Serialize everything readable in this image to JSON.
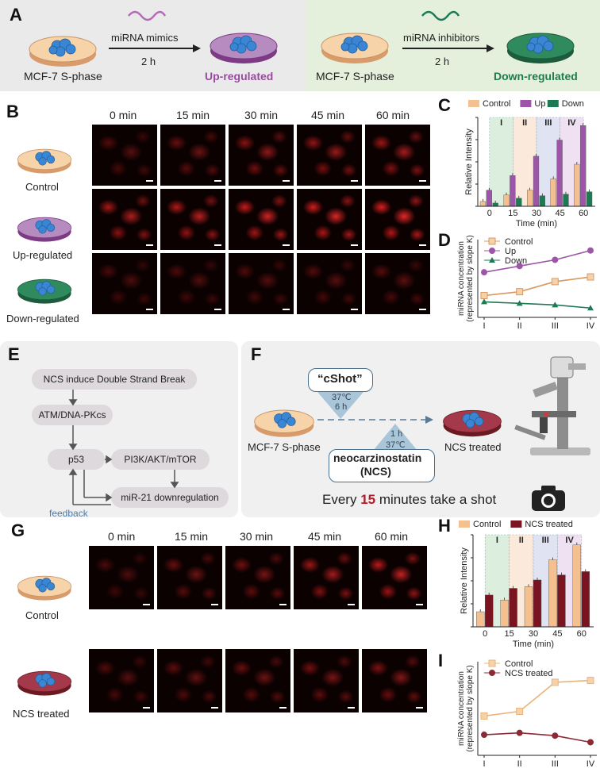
{
  "panels": {
    "A": "A",
    "B": "B",
    "C": "C",
    "D": "D",
    "E": "E",
    "F": "F",
    "G": "G",
    "H": "H",
    "I": "I"
  },
  "panelA": {
    "left_cell": "MCF-7 S-phase",
    "left_reagent": "miRNA mimics",
    "left_time": "2 h",
    "left_result": "Up-regulated",
    "right_cell": "MCF-7 S-phase",
    "right_reagent": "miRNA inhibitors",
    "right_time": "2 h",
    "right_result": "Down-regulated",
    "colors": {
      "up": "#9a4aa0",
      "down": "#1f7a4f",
      "mimic_wave": "#b46ab8",
      "inhib_wave": "#1b7a57"
    }
  },
  "panelB": {
    "times": [
      "0 min",
      "15 min",
      "30 min",
      "45 min",
      "60 min"
    ],
    "rows": [
      {
        "label": "Control",
        "brightness": [
          0.35,
          0.45,
          0.6,
          0.65,
          0.7
        ]
      },
      {
        "label": "Up-regulated",
        "brightness": [
          0.75,
          0.8,
          0.9,
          0.95,
          1.0
        ]
      },
      {
        "label": "Down-regulated",
        "brightness": [
          0.3,
          0.32,
          0.33,
          0.35,
          0.36
        ]
      }
    ]
  },
  "panelE": {
    "nodes": [
      "NCS induce Double Strand Break",
      "ATM/DNA-PKcs",
      "p53",
      "PI3K/AKT/mTOR",
      "miR-21 downregulation"
    ],
    "feedback": "feedback"
  },
  "panelF": {
    "cshot": "“cShot”",
    "cshot_temp": "37℃",
    "cshot_time": "6 h",
    "ncs_time": "1 h",
    "ncs_temp": "37℃",
    "ncs_name": "neocarzinostatin",
    "ncs_abbr": "(NCS)",
    "cell": "MCF-7 S-phase",
    "treated": "NCS treated",
    "every_pre": "Every ",
    "every_num": "15",
    "every_post": " minutes take a shot"
  },
  "panelG": {
    "times": [
      "0 min",
      "15 min",
      "30 min",
      "45 min",
      "60 min"
    ],
    "rows": [
      {
        "label": "Control",
        "brightness": [
          0.3,
          0.45,
          0.5,
          0.7,
          0.85
        ]
      },
      {
        "label": "NCS treated",
        "brightness": [
          0.35,
          0.4,
          0.45,
          0.5,
          0.55
        ]
      }
    ]
  },
  "chart_data": [
    {
      "panel": "C",
      "type": "bar",
      "categories": [
        "0",
        "15",
        "30",
        "45",
        "60"
      ],
      "stage_labels": [
        "I",
        "II",
        "III",
        "IV"
      ],
      "xlabel": "Time (min)",
      "ylabel": "Relative Intensity",
      "ylim": [
        0,
        1.1
      ],
      "grid": false,
      "legend": "top",
      "series": [
        {
          "name": "Control",
          "color": "#f4c08f",
          "values": [
            0.06,
            0.14,
            0.2,
            0.34,
            0.52
          ]
        },
        {
          "name": "Up",
          "color": "#9d55a7",
          "values": [
            0.2,
            0.38,
            0.62,
            0.82,
            1.0
          ]
        },
        {
          "name": "Down",
          "color": "#1e7a55",
          "values": [
            0.04,
            0.1,
            0.13,
            0.15,
            0.18
          ]
        }
      ]
    },
    {
      "panel": "D",
      "type": "line",
      "categories": [
        "I",
        "II",
        "III",
        "IV"
      ],
      "xlabel": "",
      "ylabel": "miRNA concentration (represented by slope K)",
      "ylim": [
        0,
        1
      ],
      "grid": false,
      "legend": "top-left",
      "series": [
        {
          "name": "Control",
          "color": "#d99860",
          "marker": "square",
          "values": [
            0.28,
            0.33,
            0.46,
            0.52
          ]
        },
        {
          "name": "Up",
          "color": "#9d55a7",
          "marker": "circle",
          "values": [
            0.58,
            0.66,
            0.74,
            0.86
          ]
        },
        {
          "name": "Down",
          "color": "#1e7a55",
          "marker": "triangle",
          "values": [
            0.2,
            0.18,
            0.16,
            0.12
          ]
        }
      ]
    },
    {
      "panel": "H",
      "type": "bar",
      "categories": [
        "0",
        "15",
        "30",
        "45",
        "60"
      ],
      "stage_labels": [
        "I",
        "II",
        "III",
        "IV"
      ],
      "xlabel": "Time (min)",
      "ylabel": "Relative Intensity",
      "ylim": [
        0,
        1.1
      ],
      "grid": false,
      "legend": "top",
      "series": [
        {
          "name": "Control",
          "color": "#f4c08f",
          "values": [
            0.18,
            0.32,
            0.48,
            0.8,
            0.98
          ]
        },
        {
          "name": "NCS treated",
          "color": "#7a1420",
          "values": [
            0.38,
            0.46,
            0.56,
            0.62,
            0.66
          ]
        }
      ]
    },
    {
      "panel": "I",
      "type": "line",
      "categories": [
        "I",
        "II",
        "III",
        "IV"
      ],
      "xlabel": "",
      "ylabel": "miRNA concentration (represented by slope K)",
      "ylim": [
        0,
        1
      ],
      "grid": false,
      "legend": "top-left",
      "series": [
        {
          "name": "Control",
          "color": "#e9b47c",
          "marker": "square",
          "values": [
            0.42,
            0.47,
            0.78,
            0.8
          ]
        },
        {
          "name": "NCS treated",
          "color": "#8a2a35",
          "marker": "circle",
          "values": [
            0.22,
            0.24,
            0.21,
            0.14
          ]
        }
      ]
    }
  ]
}
